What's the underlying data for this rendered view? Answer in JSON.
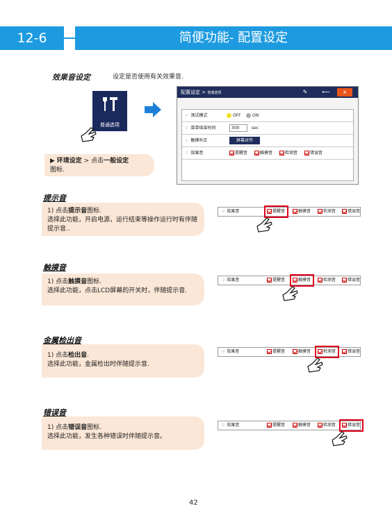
{
  "header": {
    "chapter": "12-6",
    "title": "简便功能- 配置设定"
  },
  "intro": {
    "title": "效果音设定",
    "text": "设定是否使用有关效果音."
  },
  "icon_label": "普通选项",
  "instruction": {
    "prefix": "▶ ",
    "bold1": "环境设定",
    "mid": " > 点击",
    "bold2": "一般设定",
    "line2": "图标."
  },
  "panel": {
    "title": "配置设定 >",
    "subtitle": "普通选项",
    "close": "x",
    "rows": {
      "test_mode": "测试模式",
      "off": "OFF",
      "on": "ON",
      "menu_end": "菜单结束时间",
      "menu_value": "300",
      "menu_unit": "sec",
      "touch": "触摸补正",
      "touch_btn": "屏幕对齐",
      "effect": "效果音"
    },
    "options": [
      "提醒音",
      "触摸音",
      "检测音",
      "错误音"
    ]
  },
  "sections": [
    {
      "title": "提示音",
      "num": "1) 点击",
      "bold": "提示音",
      "after": "图标.",
      "desc": "选择此功能，开启电源，运行结束等操作运行时有伴随提示音.."
    },
    {
      "title": "触摸音",
      "num": "1) 点击",
      "bold": "触摸音",
      "after": "图标.",
      "desc": "选择此功能，点击LCD屏幕的开关时，伴随提示音."
    },
    {
      "title": "金属检出音",
      "num": "1) 点击",
      "bold": "检出音",
      "after": ".",
      "desc": "选择此功能，金属检出时伴随提示音."
    },
    {
      "title": "错误音",
      "num": "1) 点击",
      "bold": "错误音",
      "after": "图标.",
      "desc": "选择此功能，发生各种错误时伴随提示音。"
    }
  ],
  "strip_label": "效果音",
  "page_number": "42"
}
